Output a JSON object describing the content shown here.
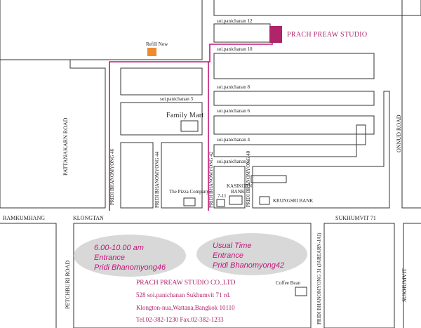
{
  "colors": {
    "route": "#c2187a",
    "studio_marker": "#b0246a",
    "refill_marker": "#f08a2e",
    "oval_fill": "#dadada",
    "block_stroke": "#333333"
  },
  "streets": {
    "soi_12": "soi.panichanan 12",
    "soi_10": "soi.panichanan 10",
    "soi_8": "soi.panichanan 8",
    "soi_6": "soi.panichanan 6",
    "soi_4": "soi.panichanan 4",
    "soi_2": "soi.panichanan 2",
    "soi_3": "soi.panichanan 3",
    "pattanakarn": "PATTANAKARN ROAD",
    "onnud": "ONNUD ROAD",
    "pridi_46": "PRIDI BHANOMYONG 46",
    "pridi_44": "PRIDI BHANOMYONG 44",
    "pridi_42": "PRIDI BHANOMYONG 42",
    "pridi_40": "PRIDI BHANOMYONG 40",
    "pridi_31": "PRIDI BHANOMYONG 31 (JAREARN-JAI)",
    "ramkumhang": "RAMKUMHANG",
    "klongtan": "KLONGTAN",
    "sukhumvit_71": "SUKHUMVIT 71",
    "sukhumvit": "SUKHUMVIT",
    "petchburi": "PETCHBURI ROAD"
  },
  "places": {
    "studio": "PRACH PREAW STUDIO",
    "refill": "Refill Now",
    "family_mart": "Family Mart",
    "pizza": "The Pizza Company",
    "seven": "7-11",
    "kasikorn_1": "KASIKORN",
    "kasikorn_2": "BANK",
    "krungsri": "KRUNGSRI BANK",
    "coffee": "Coffee Bean"
  },
  "ovals": {
    "left": {
      "line1": "6.00-10.00 am",
      "line2": "Entrance",
      "line3": "Pridi Bhanomyong46"
    },
    "right": {
      "line1": "Usual Time",
      "line2": "Entrance",
      "line3": "Pridi Bhanomyong42"
    }
  },
  "company": {
    "name": "PRACH PREAW STUDIO CO.,LTD",
    "address_1": "528 soi.panichanan Sukhumvit 71 rd.",
    "address_2": "Klongton-nua,Wattana,Bangkok 10110",
    "phone": "Tel.02-382-1230 Fax.02-382-1233"
  }
}
